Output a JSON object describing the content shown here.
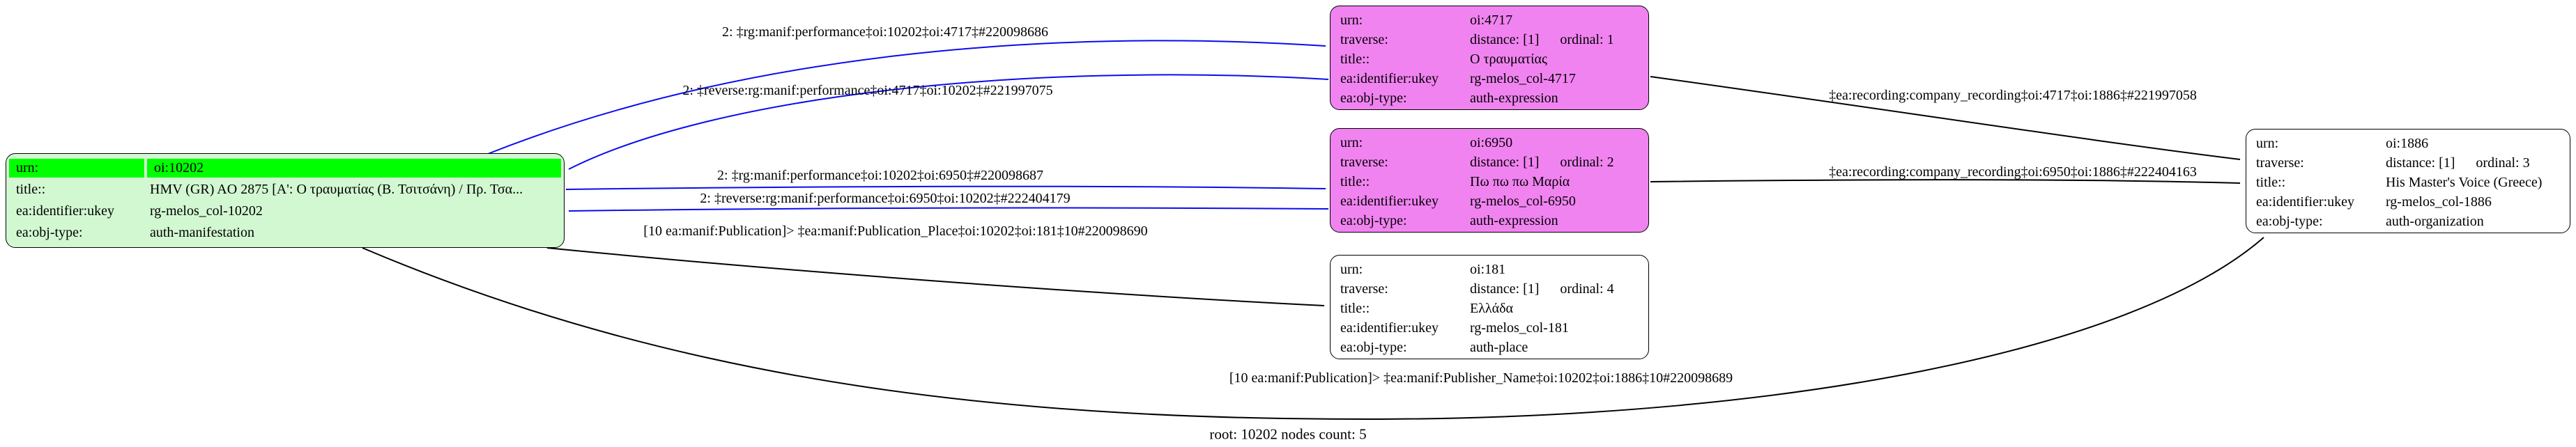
{
  "caption": "root: 10202 nodes count: 5",
  "colors": {
    "edge_blue": "#0b0bf0",
    "edge_black": "#000000",
    "root_fill": "#d2f8d2",
    "root_highlight": "#00ff00",
    "expression_fill": "#f183f1",
    "plain_fill": "#ffffff"
  },
  "nodes": {
    "n10202": {
      "urn_key": "urn:",
      "urn": "oi:10202",
      "title_key": "title::",
      "title": "HMV (GR) AO 2875 [A': Ο τραυματίας (Β. Τσιτσάνη) / Πρ. Τσα...",
      "ukey_key": "ea:identifier:ukey",
      "ukey": "rg-melos_col-10202",
      "objtype_key": "ea:obj-type:",
      "objtype": "auth-manifestation"
    },
    "n4717": {
      "urn_key": "urn:",
      "urn": "oi:4717",
      "traverse_key": "traverse:",
      "distance": "distance: [1]",
      "ordinal": "ordinal: 1",
      "title_key": "title::",
      "title": "Ο τραυματίας",
      "ukey_key": "ea:identifier:ukey",
      "ukey": "rg-melos_col-4717",
      "objtype_key": "ea:obj-type:",
      "objtype": "auth-expression"
    },
    "n6950": {
      "urn_key": "urn:",
      "urn": "oi:6950",
      "traverse_key": "traverse:",
      "distance": "distance: [1]",
      "ordinal": "ordinal: 2",
      "title_key": "title::",
      "title": "Πω πω πω Μαρία",
      "ukey_key": "ea:identifier:ukey",
      "ukey": "rg-melos_col-6950",
      "objtype_key": "ea:obj-type:",
      "objtype": "auth-expression"
    },
    "n181": {
      "urn_key": "urn:",
      "urn": "oi:181",
      "traverse_key": "traverse:",
      "distance": "distance: [1]",
      "ordinal": "ordinal: 4",
      "title_key": "title::",
      "title": "Ελλάδα",
      "ukey_key": "ea:identifier:ukey",
      "ukey": "rg-melos_col-181",
      "objtype_key": "ea:obj-type:",
      "objtype": "auth-place"
    },
    "n1886": {
      "urn_key": "urn:",
      "urn": "oi:1886",
      "traverse_key": "traverse:",
      "distance": "distance: [1]",
      "ordinal": "ordinal: 3",
      "title_key": "title::",
      "title": "His Master's Voice (Greece)",
      "ukey_key": "ea:identifier:ukey",
      "ukey": "rg-melos_col-1886",
      "objtype_key": "ea:obj-type:",
      "objtype": "auth-organization"
    }
  },
  "edges": {
    "e1": "2: ‡rg:manif:performance‡oi:10202‡oi:4717‡#220098686",
    "e2": "2: ‡reverse:rg:manif:performance‡oi:4717‡oi:10202‡#221997075",
    "e3": "2: ‡rg:manif:performance‡oi:10202‡oi:6950‡#220098687",
    "e4": "2: ‡reverse:rg:manif:performance‡oi:6950‡oi:10202‡#222404179",
    "e5": "[10 ea:manif:Publication]> ‡ea:manif:Publication_Place‡oi:10202‡oi:181‡10#220098690",
    "e6": "‡ea:recording:company_recording‡oi:4717‡oi:1886‡#221997058",
    "e7": "‡ea:recording:company_recording‡oi:6950‡oi:1886‡#222404163",
    "e8": "[10 ea:manif:Publication]> ‡ea:manif:Publisher_Name‡oi:10202‡oi:1886‡10#220098689"
  }
}
